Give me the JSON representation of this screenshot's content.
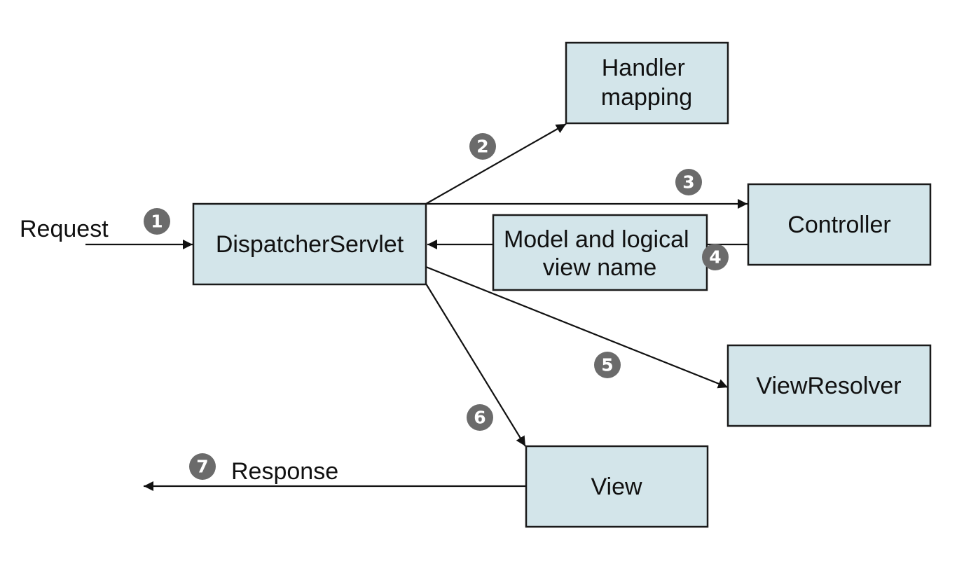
{
  "labels": {
    "request": "Request",
    "response": "Response"
  },
  "nodes": {
    "dispatcher": "DispatcherServlet",
    "handler_mapping": [
      "Handler",
      "mapping"
    ],
    "controller": "Controller",
    "model_view": [
      "Model and logical",
      "view name"
    ],
    "view_resolver": "ViewResolver",
    "view": "View"
  },
  "steps": [
    "1",
    "2",
    "3",
    "4",
    "5",
    "6",
    "7"
  ],
  "colors": {
    "box_fill": "#d3e5ea",
    "badge": "#6b6b6b",
    "line": "#111111"
  }
}
